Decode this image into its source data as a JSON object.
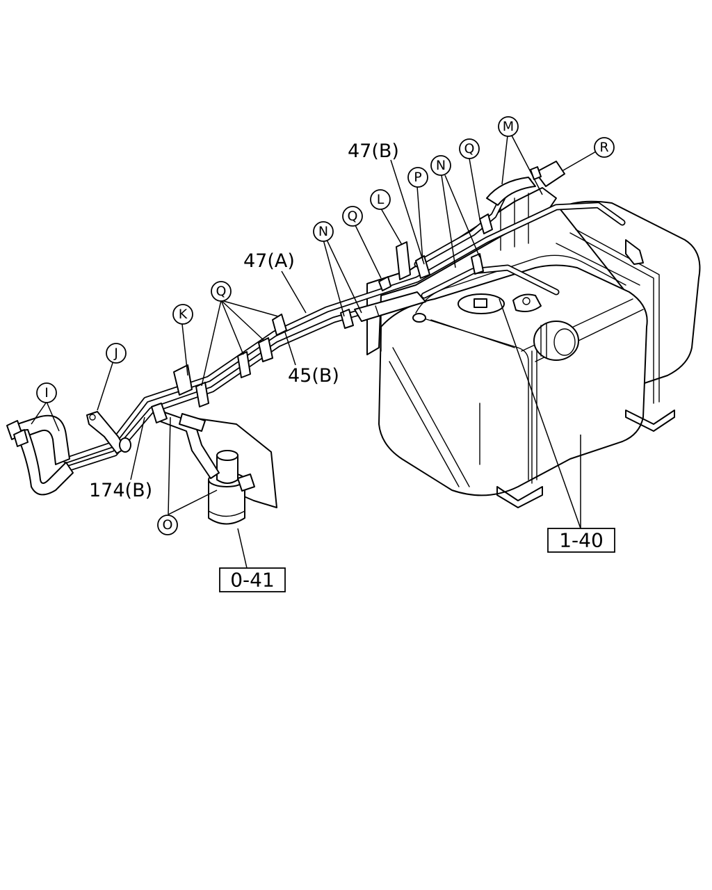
{
  "diagram": {
    "part_labels": {
      "p47b": "47(B)",
      "p47a": "47(A)",
      "p45b": "45(B)",
      "p174b": "174(B)"
    },
    "callouts": {
      "M": "M",
      "R": "R",
      "Q_top": "Q",
      "N_top": "N",
      "P": "P",
      "L": "L",
      "Q_mid": "Q",
      "N_mid": "N",
      "Q_left": "Q",
      "K": "K",
      "J": "J",
      "I": "I",
      "O": "O"
    },
    "reference_boxes": {
      "tank_ref": "1-40",
      "filter_ref": "0-41"
    }
  }
}
